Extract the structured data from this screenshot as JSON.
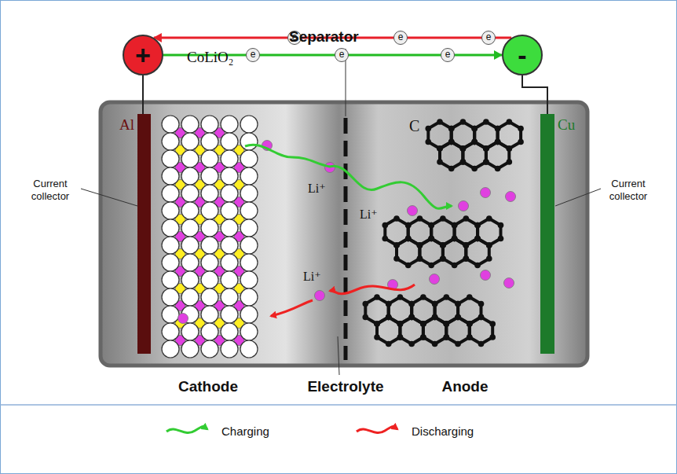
{
  "diagram": {
    "nodes": [
      {
        "text": [
          "+"
        ]
      },
      {
        "text": [
          "-"
        ]
      },
      {
        "text": [
          "Al"
        ]
      },
      {
        "text": [
          "Cu"
        ]
      }
    ],
    "edges": [
      {
        "from": 1,
        "to": 0,
        "arrow": "to"
      },
      {
        "from": 0,
        "to": 1,
        "arrow": "to"
      },
      {
        "from": 0,
        "to": 2,
        "arrow": "none"
      },
      {
        "from": 1,
        "to": 3,
        "arrow": "none"
      }
    ],
    "labels": [
      "e",
      "e",
      "e",
      "e",
      "e",
      "e",
      "CoLiO₂",
      "Separator",
      "Current collector",
      "Current collector",
      "Li⁺",
      "Li⁺",
      "Li⁺",
      "C",
      "Cathode",
      "Electrolyte",
      "Anode"
    ],
    "legend": [
      {
        "text": "Charging"
      },
      {
        "text": "Discharging"
      }
    ]
  }
}
